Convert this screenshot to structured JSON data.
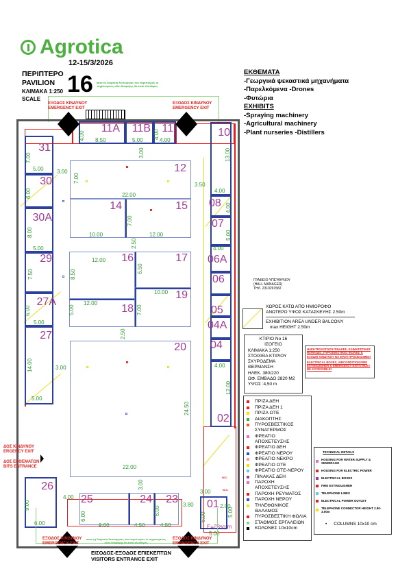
{
  "header": {
    "brand": "Agrotica",
    "dates": "12-15/3/2026",
    "pavilion_gr": "ΠΕΡΙΠΤΕΡΟ",
    "pavilion_en": "PAVILION",
    "scale_gr": "ΚΛΙΜΑΚΑ 1:250",
    "scale_en": "SCALE",
    "pavilion_no": "16",
    "green_note": "κατα τη διαρκεια λειτουργιας του περιπτερου οι σημειωμενες οδοι διαφυγης θα ειναι ελευθερες"
  },
  "exhibits": {
    "title_gr": "ΕΚΘΕΜΑΤΑ",
    "items_gr": [
      "-Γεωργικά ψεκαστικά μηχανήματα",
      "-Παρελκόμενα -Drones",
      "-Φυτώρια"
    ],
    "title_en": "EXHIBITS",
    "items_en": [
      "-Spraying machinery",
      "-Agricultural machinery",
      "-Plant nurseries -Distillers"
    ]
  },
  "exits": {
    "emergency_gr": "ΕΞΟΔΟΣ ΚΙΝΔΥΝΟΥ",
    "emergency_en": "EMERGENCY EXIT",
    "left_emergency_gr": "ΔΟΣ ΚΙΝΔΥΝΟΥ",
    "left_emergency_en": "ERGENCY EXIT",
    "left_entrance_gr": "ΔΟΣ ΕΚΘΕΜΑΤΩΝ",
    "left_entrance_en": "BITS ENTRANCE",
    "visitors_gr": "ΕΙΣΟΔΟΣ-ΕΞΟΔΟΣ ΕΠΙΣΚΕΠΤΩΝ",
    "visitors_en": "VISITORS  ENTRANCE  EXIT",
    "wc": "W.C."
  },
  "booths": [
    "11A",
    "11B",
    "11",
    "31",
    "30",
    "30A",
    "29",
    "27A",
    "27",
    "12",
    "14",
    "15",
    "16",
    "17",
    "18",
    "19",
    "20",
    "10",
    "08",
    "07",
    "06A",
    "06",
    "05",
    "04A",
    "04",
    "02",
    "26",
    "25",
    "24",
    "23",
    "01"
  ],
  "dims": [
    "4.00",
    "8.50",
    "5.00",
    "4.00",
    "4.00",
    "7.00",
    "5.00",
    "3.00",
    "3.00",
    "7.00",
    "22.00",
    "6.00",
    "8.00",
    "5.00",
    "10.00",
    "12.00",
    "7.00",
    "2.50",
    "3.50",
    "13.00",
    "4.00",
    "4.00",
    "5.00",
    "4.00",
    "12.00",
    "8.50",
    "6.50",
    "10.00",
    "7.50",
    "6.00",
    "5.00",
    "12.00",
    "5.00",
    "7.00",
    "2.50",
    "14.00",
    "3.00",
    "5.00",
    "24.50",
    "4.00",
    "12.00",
    "22.00",
    "9.00",
    "6.00",
    "4.00",
    "6.00",
    "9.00",
    "4.50",
    "4.50",
    "3.00",
    "6.00",
    "3.80",
    "3.00",
    "2.00",
    "6.00",
    "5.00",
    "5.00",
    "E=28sq.m"
  ],
  "manager": {
    "title": "ΓΡΑΦΕΙΟ ΥΠΕΥΘΥΝΟΥ",
    "subtitle": "(HALL MANAGER)",
    "phone": "ΤΗΛ. 2310291582"
  },
  "balcony": {
    "gr1": "ΧΩΡΟΣ ΚΑΤΩ ΑΠΟ ΗΜΙΟΡΟΦΟ",
    "gr2": "ΑΝΩΤΕΡΟ ΥΨΟΣ ΚΑΤΑΣΚΕΥΗΣ 2.50m",
    "en1": "EXHIBITION AREA UNDER BALCONY",
    "en2": "max HEIGHT 2.50m"
  },
  "building": {
    "lines": [
      "ΚΤΙΡΙΟ No 16",
      "ΙΣΟΓΕΙΟ",
      "ΚΛΙΜΑΚΑ 1:250",
      "ΣΤΟΙΧΕΙΑ ΚΤΙΡΙΟΥ",
      "ΣΚΥΡΟΔΕΜΑ",
      "ΘΕΡΜΑΝΣΗ",
      "ΗΛΕΚ. 380/220",
      "ΩΦ. ΕΜΒΑΔΟ 2820 Μ2",
      "ΥΨΟΣ :4,50 m"
    ]
  },
  "warning": {
    "gr": "ΗΛΕΚΤΡΟΛΟΓΙΚΟΙ ΠΙΝΑΚΕΣ, ΚΛΙΜΑΤΙΣΤΙΚΕΣ ΜΟΝΑΔΕΣ, ΠΥΡΟΣΒΕΣΤΙΚΕΣ ΦΩΛΙΕΣ & ΕΞΟΔΟΙ ΚΙΝΔΥΝΟΥ ΝΑ ΕΙΝΑΙ ΠΡΟΣΒΑΣΙΜΕΣ!",
    "en": "ELECTRICAL BOXES, AIRCONDITION FIRE EXTINGUISHER & EMERGENCY EXITS MUST BE ACCESSIBLE!"
  },
  "legend": [
    {
      "label": "ΠΡΙΖΑ ΔΕΗ",
      "color": "#e5201c"
    },
    {
      "label": "ΠΡΙΖΑ ΔΕΗ 1",
      "color": "#e5201c"
    },
    {
      "label": "ΠΡΙΖΑ ΟΤΕ",
      "color": "#f2e600"
    },
    {
      "label": "ΔΙΑΚΟΠΤΗΣ",
      "color": "#3cb043"
    },
    {
      "label": "ΠΥΡΟΣΒΕΣΤΙΚΟΣ ΣΥΝΑΓΕΡΜΟΣ",
      "color": "#f05a28"
    },
    {
      "label": "ΦΡΕΑΤΙΟ ΑΠΟΧΕΤΕΥΣΗΣ",
      "color": "#e070c0"
    },
    {
      "label": "ΦΡΕΑΤΙΟ ΔΕΗ",
      "color": "#e5201c"
    },
    {
      "label": "ΦΡΕΑΤΙΟ ΝΕΡΟΥ",
      "color": "#3050c0"
    },
    {
      "label": "ΦΡΕΑΤΙΟ ΝΕΚΡΟ",
      "color": "#f0a0a0"
    },
    {
      "label": "ΦΡΕΑΤΙΟ ΟΤΕ",
      "color": "#f2e600"
    },
    {
      "label": "ΦΡΕΑΤΙΟ ΟΤΕ-ΝΕΡΟΥ",
      "color": "#60d0e0"
    },
    {
      "label": "ΠΙΝΑΚΑΣ ΔΕΗ",
      "color": "#a23a96"
    },
    {
      "label": "ΠΑΡΟΧΗ ΑΠΟΧΕΤΕΥΣΗΣ",
      "color": "#e070c0"
    },
    {
      "label": "ΠΑΡΟΧΗ ΡΕΥΜΑΤΟΣ",
      "color": "#e5201c"
    },
    {
      "label": "ΠΑΡΟΧΗ ΝΕΡΟΥ",
      "color": "#3050c0"
    },
    {
      "label": "ΤΗΛΕΦΩΝΙΚΟΣ ΘΑΛΑΜΟΣ",
      "color": "#f2e600"
    },
    {
      "label": "ΠΥΡΟΣΒΕΣΤΙΚΗ ΦΩΛΙΑ",
      "color": "#e5201c"
    },
    {
      "label": "ΣΤΑΘΜΟΣ ΕΡΓΑΛΕΙΩΝ",
      "color": "#8ed47e"
    },
    {
      "label": "ΚΟΛΩΝΕΣ 10x10cm",
      "color": "#000000"
    }
  ],
  "technical": {
    "title": "TECHNICAL DETAILS",
    "items": [
      {
        "label": "HOUSING FOR WATER SUPPLY & SEWERAGE",
        "color": "#e070c0"
      },
      {
        "label": "HOUSING FOR ELECTRIC POWER",
        "color": "#e5201c"
      },
      {
        "label": "ELECTRICAL  BOXES",
        "color": "#a23a96"
      },
      {
        "label": "FIRE EXTINGUISHER",
        "color": "#e5201c"
      },
      {
        "label": "TELEPHONE LINES",
        "color": "#60d0e0"
      },
      {
        "label": "ELECTRICAL POWER OUTLET",
        "color": "#e5201c"
      },
      {
        "label": "TELEPHONE CONNECTOR HEIGHT 2.80-3.00m",
        "color": "#f2e600"
      }
    ],
    "columns": "COLUMNS 10x10 cm"
  }
}
